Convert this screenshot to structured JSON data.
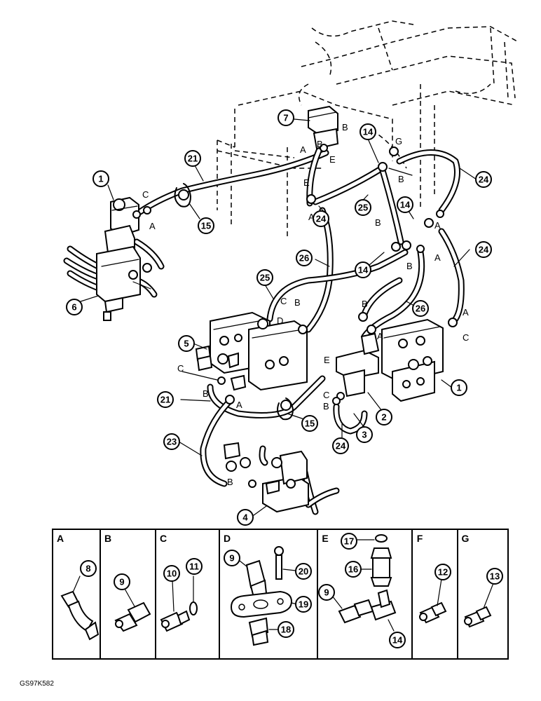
{
  "figure_code": "GS97K582",
  "callouts": [
    "1",
    "2",
    "3",
    "4",
    "5",
    "6",
    "7",
    "14",
    "14",
    "14",
    "14",
    "15",
    "15",
    "21",
    "21",
    "23",
    "24",
    "24",
    "24",
    "24",
    "25",
    "25",
    "26",
    "26"
  ],
  "detail_panels": [
    {
      "letter": "A",
      "parts": [
        "8"
      ]
    },
    {
      "letter": "B",
      "parts": [
        "9"
      ]
    },
    {
      "letter": "C",
      "parts": [
        "10",
        "11"
      ]
    },
    {
      "letter": "D",
      "parts": [
        "9",
        "20",
        "19",
        "18"
      ]
    },
    {
      "letter": "E",
      "parts": [
        "17",
        "16",
        "9",
        "14"
      ]
    },
    {
      "letter": "F",
      "parts": [
        "12"
      ]
    },
    {
      "letter": "G",
      "parts": [
        "13"
      ]
    }
  ],
  "port_letters": [
    "A",
    "B",
    "C",
    "A",
    "B",
    "E",
    "E",
    "G",
    "B",
    "A",
    "A",
    "B",
    "A",
    "B",
    "A",
    "B",
    "C",
    "B",
    "D",
    "A",
    "C",
    "E",
    "C",
    "A",
    "B",
    "C",
    "B",
    "B",
    "A",
    "B",
    "C"
  ]
}
